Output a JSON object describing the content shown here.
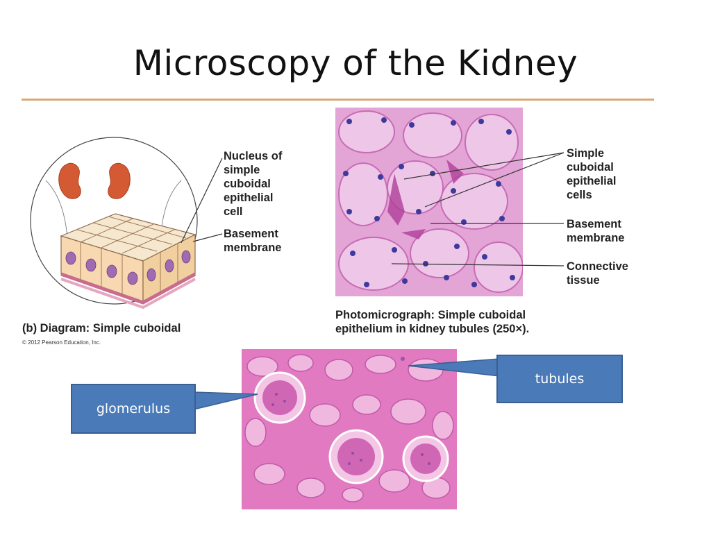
{
  "slide": {
    "title": "Microscopy of the Kidney"
  },
  "diagram": {
    "labels": {
      "nucleus": "Nucleus of\nsimple\ncuboidal\nepithelial\ncell",
      "basement": "Basement\nmembrane"
    },
    "caption": "(b) Diagram: Simple cuboidal",
    "copyright": "© 2012 Pearson Education, Inc."
  },
  "photomicrograph": {
    "labels": {
      "cells": "Simple\ncuboidal\nepithelial\ncells",
      "basement": "Basement\nmembrane",
      "connective": "Connective\ntissue"
    },
    "caption": "Photomicrograph: Simple cuboidal\nepithelium in kidney tubules (250×)."
  },
  "histology": {
    "callouts": {
      "glomerulus": "glomerulus",
      "tubules": "tubules"
    },
    "colors": {
      "callout_fill": "#4a7ab8",
      "tissue_pink": "#e27ac2"
    }
  }
}
